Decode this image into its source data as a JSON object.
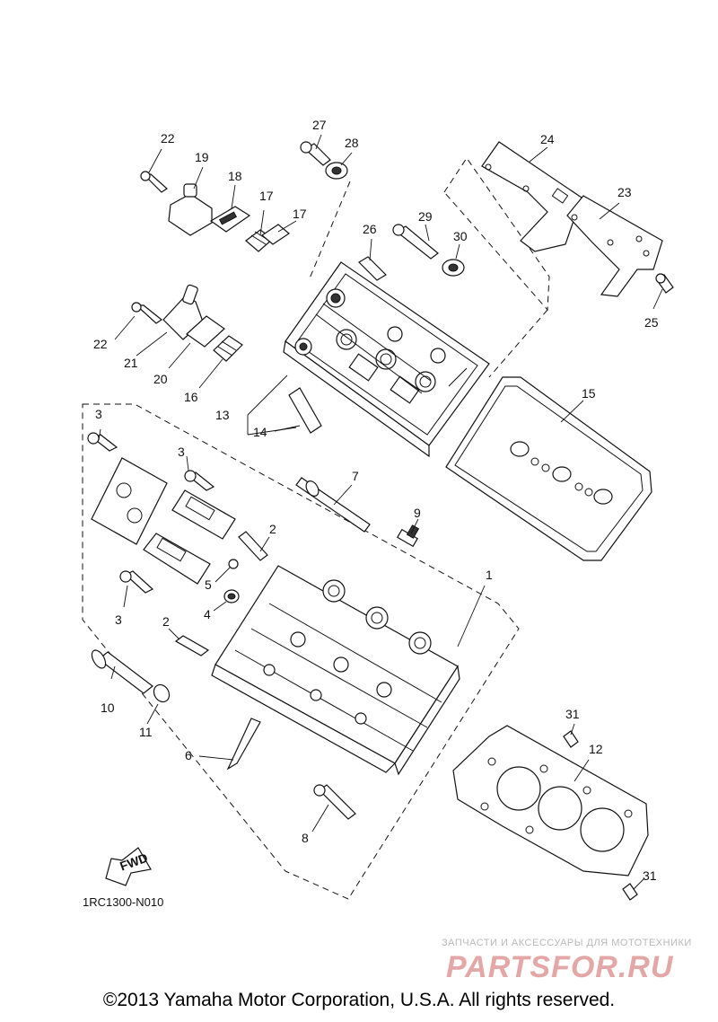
{
  "diagram": {
    "callouts": [
      {
        "id": "1",
        "text": "1"
      },
      {
        "id": "2a",
        "text": "2"
      },
      {
        "id": "2b",
        "text": "2"
      },
      {
        "id": "3a",
        "text": "3"
      },
      {
        "id": "3b",
        "text": "3"
      },
      {
        "id": "3c",
        "text": "3"
      },
      {
        "id": "4",
        "text": "4"
      },
      {
        "id": "5",
        "text": "5"
      },
      {
        "id": "6",
        "text": "6"
      },
      {
        "id": "7",
        "text": "7"
      },
      {
        "id": "8",
        "text": "8"
      },
      {
        "id": "9",
        "text": "9"
      },
      {
        "id": "10",
        "text": "10"
      },
      {
        "id": "11",
        "text": "11"
      },
      {
        "id": "12",
        "text": "12"
      },
      {
        "id": "13",
        "text": "13"
      },
      {
        "id": "14",
        "text": "14"
      },
      {
        "id": "15",
        "text": "15"
      },
      {
        "id": "16",
        "text": "16"
      },
      {
        "id": "17a",
        "text": "17"
      },
      {
        "id": "17b",
        "text": "17"
      },
      {
        "id": "18",
        "text": "18"
      },
      {
        "id": "19",
        "text": "19"
      },
      {
        "id": "20",
        "text": "20"
      },
      {
        "id": "21",
        "text": "21"
      },
      {
        "id": "22a",
        "text": "22"
      },
      {
        "id": "22b",
        "text": "22"
      },
      {
        "id": "23",
        "text": "23"
      },
      {
        "id": "24",
        "text": "24"
      },
      {
        "id": "25",
        "text": "25"
      },
      {
        "id": "26",
        "text": "26"
      },
      {
        "id": "27",
        "text": "27"
      },
      {
        "id": "28",
        "text": "28"
      },
      {
        "id": "29",
        "text": "29"
      },
      {
        "id": "30",
        "text": "30"
      },
      {
        "id": "31a",
        "text": "31"
      },
      {
        "id": "31b",
        "text": "31"
      }
    ],
    "fwd_label": "FWD",
    "diagram_code": "1RC1300-N010"
  },
  "watermark": {
    "subtitle": "ЗАПЧАСТИ И АКСЕССУАРЫ ДЛЯ МОТОТЕХНИКИ",
    "logo_text": "PARTSFOR.RU",
    "logo_color": "#e3a7a7"
  },
  "footer": {
    "copyright": "©2013 Yamaha Motor Corporation, U.S.A. All rights reserved."
  }
}
